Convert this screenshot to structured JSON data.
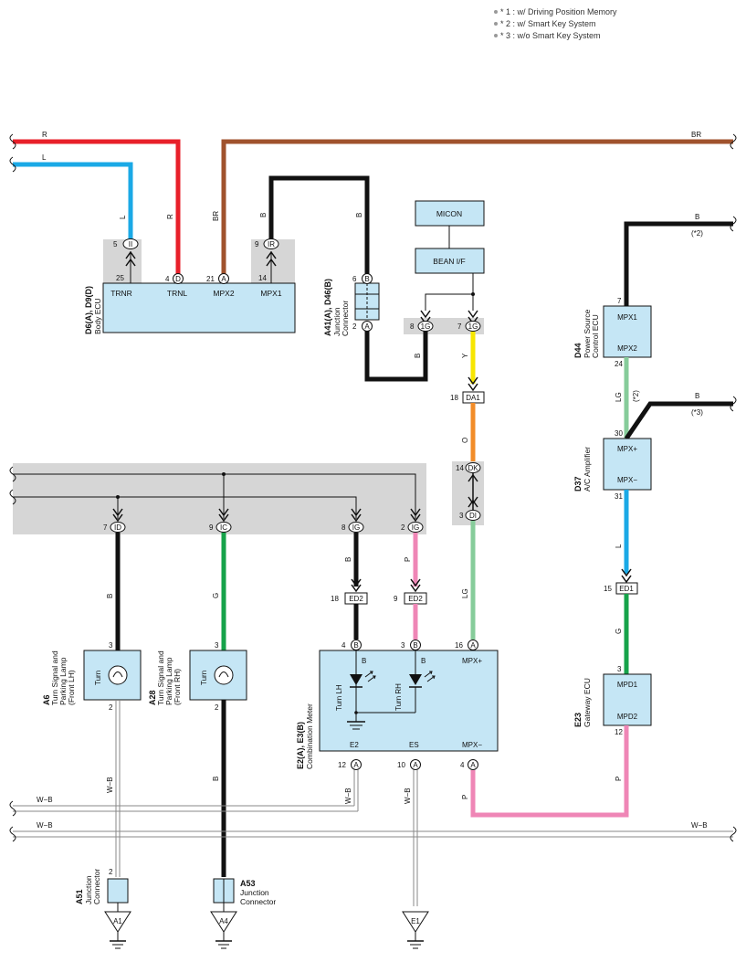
{
  "notes": [
    "* 1 : w/ Driving Position Memory",
    "* 2 : w/ Smart Key System",
    "* 3 : w/o Smart Key System"
  ],
  "colors": {
    "R": "#e8202a",
    "L": "#1aa9e6",
    "BR": "#a0522d",
    "B": "#111111",
    "Y": "#f7e600",
    "O": "#f28c28",
    "LG": "#86cc9a",
    "G": "#16a34a",
    "P": "#ef86b6",
    "W-B": "#888888",
    "ecu_fill": "#c5e6f5",
    "shade": "#d6d6d6"
  },
  "top_wires": {
    "r": "R",
    "l": "L",
    "br_right": "BR"
  },
  "body_ecu": {
    "code": "D6(A), D9(D)",
    "name": "Body ECU",
    "terminals": [
      "TRNR",
      "TRNL",
      "MPX2",
      "MPX1"
    ],
    "pins": [
      {
        "num": "5",
        "conn": "II"
      },
      {
        "num": "25",
        "conn": ""
      },
      {
        "num": "4",
        "conn": "D"
      },
      {
        "num": "21",
        "conn": "A"
      },
      {
        "num": "9",
        "conn": "IR"
      },
      {
        "num": "14",
        "conn": ""
      }
    ],
    "wires": [
      "L",
      "R",
      "BR",
      "B"
    ]
  },
  "junction_a41": {
    "code": "A41(A), D46(B)",
    "name1": "Junction",
    "name2": "Connector",
    "pins": [
      {
        "num": "6",
        "conn": "B"
      },
      {
        "num": "2",
        "conn": "A"
      }
    ],
    "wire": "B"
  },
  "micon": {
    "label1": "MICON",
    "label2": "BEAN I/F"
  },
  "j1g": {
    "pins": [
      {
        "num": "8",
        "conn": "1G"
      },
      {
        "num": "7",
        "conn": "1G"
      }
    ],
    "wires": [
      "B",
      "Y"
    ]
  },
  "da1": {
    "num": "18",
    "label": "DA1",
    "wire": "O"
  },
  "dk": {
    "num": "14",
    "conn": "DK"
  },
  "di": {
    "num": "3",
    "conn": "DI"
  },
  "power_source_ecu": {
    "code": "D44",
    "name1": "Power Source",
    "name2": "Control ECU",
    "terminals": [
      "MPX1",
      "MPX2"
    ],
    "pins": [
      "7",
      "24"
    ],
    "wire_top": "B",
    "note_top": "(*2)",
    "wire_mid": "LG",
    "note_mid": "(*2)"
  },
  "ac_amplifier": {
    "code": "D37",
    "name": "A/C Amplifier",
    "terminals": [
      "MPX+",
      "MPX−"
    ],
    "pins": [
      "30",
      "31"
    ],
    "wire_top": "B",
    "note_top": "(*3)",
    "wire_bottom": "L"
  },
  "ed1": {
    "num": "15",
    "label": "ED1",
    "wire": "G"
  },
  "gateway_ecu": {
    "code": "E23",
    "name": "Gateway ECU",
    "terminals": [
      "MPD1",
      "MPD2"
    ],
    "pins": [
      "3",
      "12"
    ],
    "wire_bottom": "P"
  },
  "bus_pins": [
    {
      "num": "7",
      "conn": "ID"
    },
    {
      "num": "9",
      "conn": "IC"
    },
    {
      "num": "8",
      "conn": "IG"
    },
    {
      "num": "2",
      "conn": "IG"
    }
  ],
  "lamp_lh": {
    "code": "A6",
    "name1": "Turn Signal and",
    "name2": "Parking Lamp",
    "name3": "(Front LH)",
    "label": "Turn",
    "pins": [
      "3",
      "2"
    ],
    "wire_top": "B",
    "wire_bottom": "W−B"
  },
  "lamp_rh": {
    "code": "A28",
    "name1": "Turn Signal and",
    "name2": "Parking Lamp",
    "name3": "(Front RH)",
    "label": "Turn",
    "pins": [
      "3",
      "2"
    ],
    "wire_top": "G",
    "wire_bottom": "B"
  },
  "ed2": [
    {
      "num": "18",
      "label": "ED2",
      "wire": "B"
    },
    {
      "num": "9",
      "label": "ED2",
      "wire": "P"
    }
  ],
  "combination_meter": {
    "code": "E2(A), E3(B)",
    "name": "Combination Meter",
    "top_pins": [
      {
        "num": "4",
        "conn": "B"
      },
      {
        "num": "3",
        "conn": "B"
      },
      {
        "num": "16",
        "conn": "A"
      }
    ],
    "top_terms": [
      "B",
      "B",
      "MPX+"
    ],
    "lamps": [
      "Turn LH",
      "Turn RH"
    ],
    "bottom_terms": [
      "E2",
      "ES",
      "MPX−"
    ],
    "bottom_pins": [
      {
        "num": "12",
        "conn": "A"
      },
      {
        "num": "10",
        "conn": "A"
      },
      {
        "num": "4",
        "conn": "A"
      }
    ],
    "wire_mpx": "LG",
    "wires_bottom": [
      "W−B",
      "W−B",
      "P"
    ]
  },
  "ground_bus": {
    "label_left_1": "W−B",
    "label_left_2": "W−B",
    "label_right": "W−B"
  },
  "a51": {
    "code": "A51",
    "name1": "Junction",
    "name2": "Connector",
    "pin": "2",
    "ground": "A1"
  },
  "a53": {
    "code": "A53",
    "name1": "Junction",
    "name2": "Connector",
    "ground": "A4"
  },
  "e1": {
    "ground": "E1"
  }
}
